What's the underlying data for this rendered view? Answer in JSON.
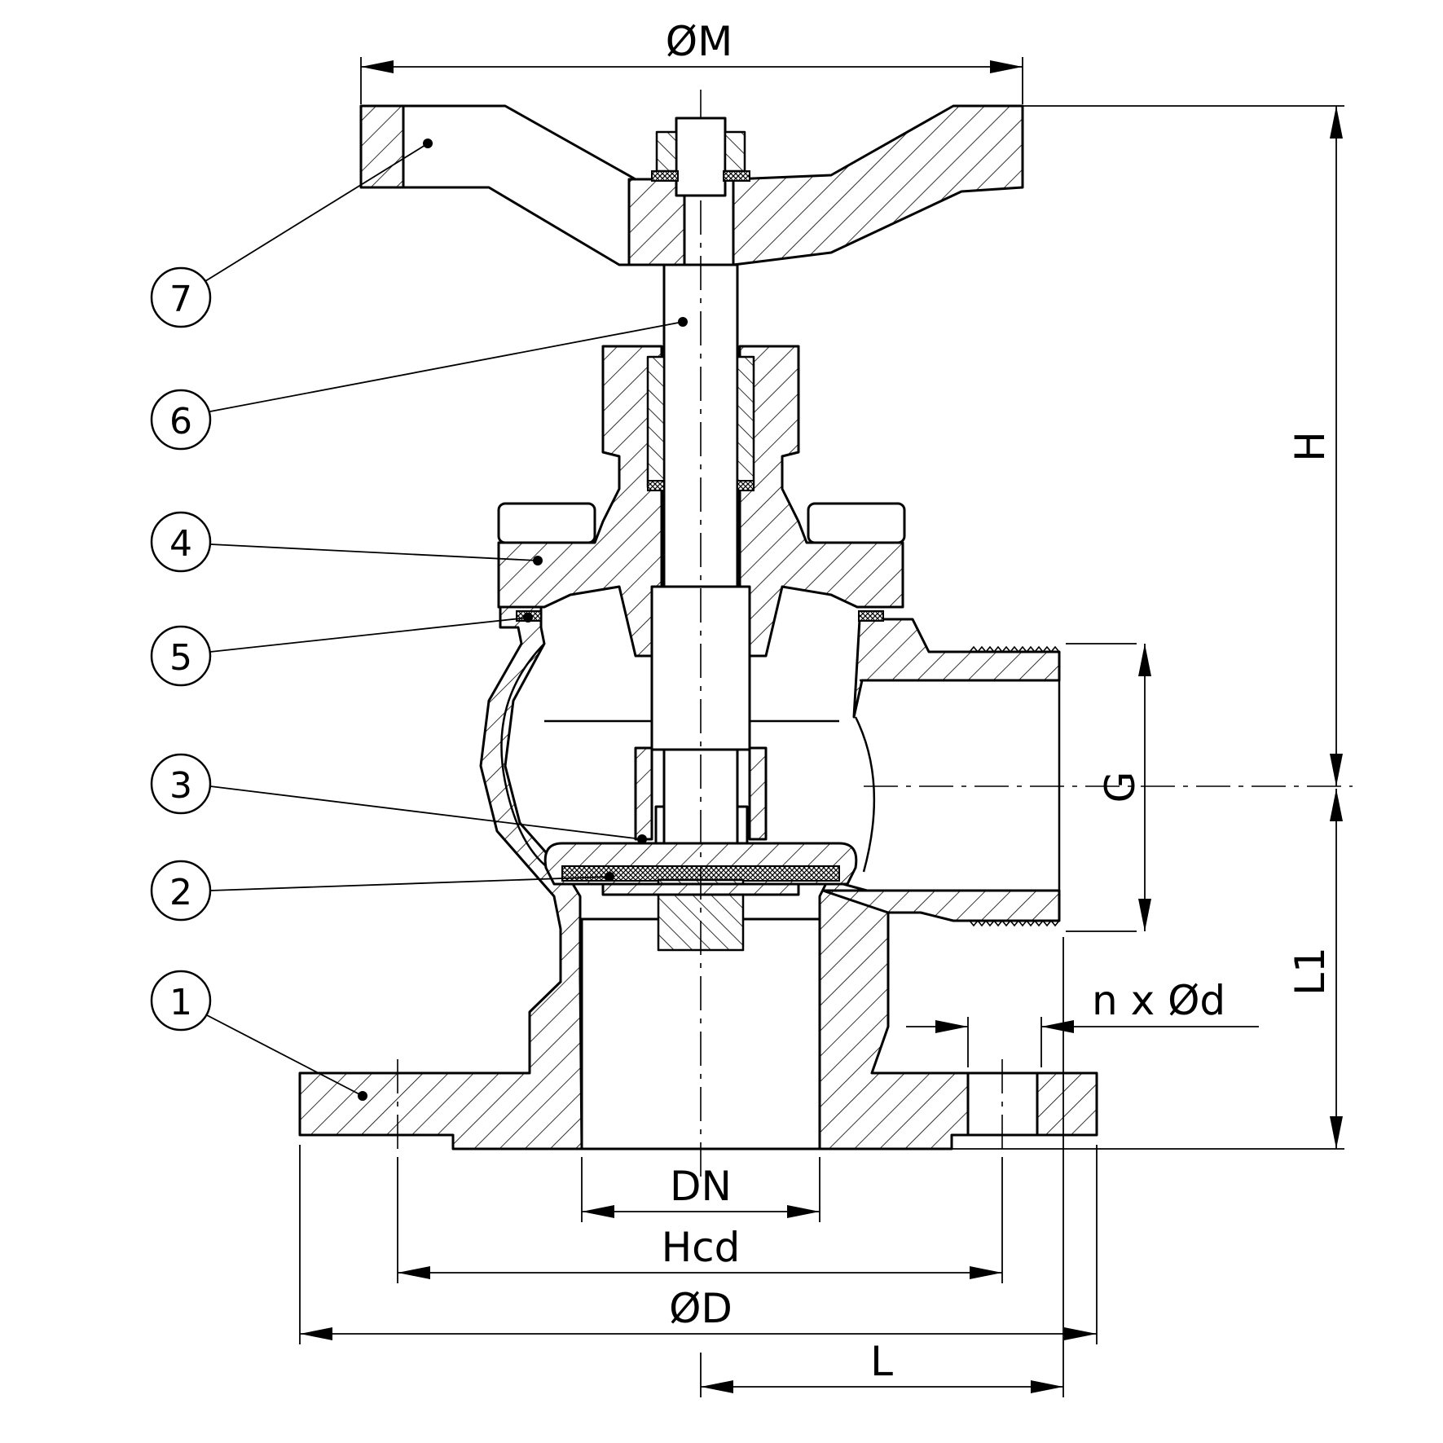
{
  "dimensions": {
    "M": "ØM",
    "H": "H",
    "G": "G",
    "L1": "L1",
    "holes": "n x Ød",
    "DN": "DN",
    "Hcd": "Hcd",
    "D": "ØD",
    "L": "L"
  },
  "callouts": [
    "7",
    "6",
    "4",
    "5",
    "3",
    "2",
    "1"
  ],
  "colors": {
    "line": "#000000",
    "background": "#ffffff"
  }
}
